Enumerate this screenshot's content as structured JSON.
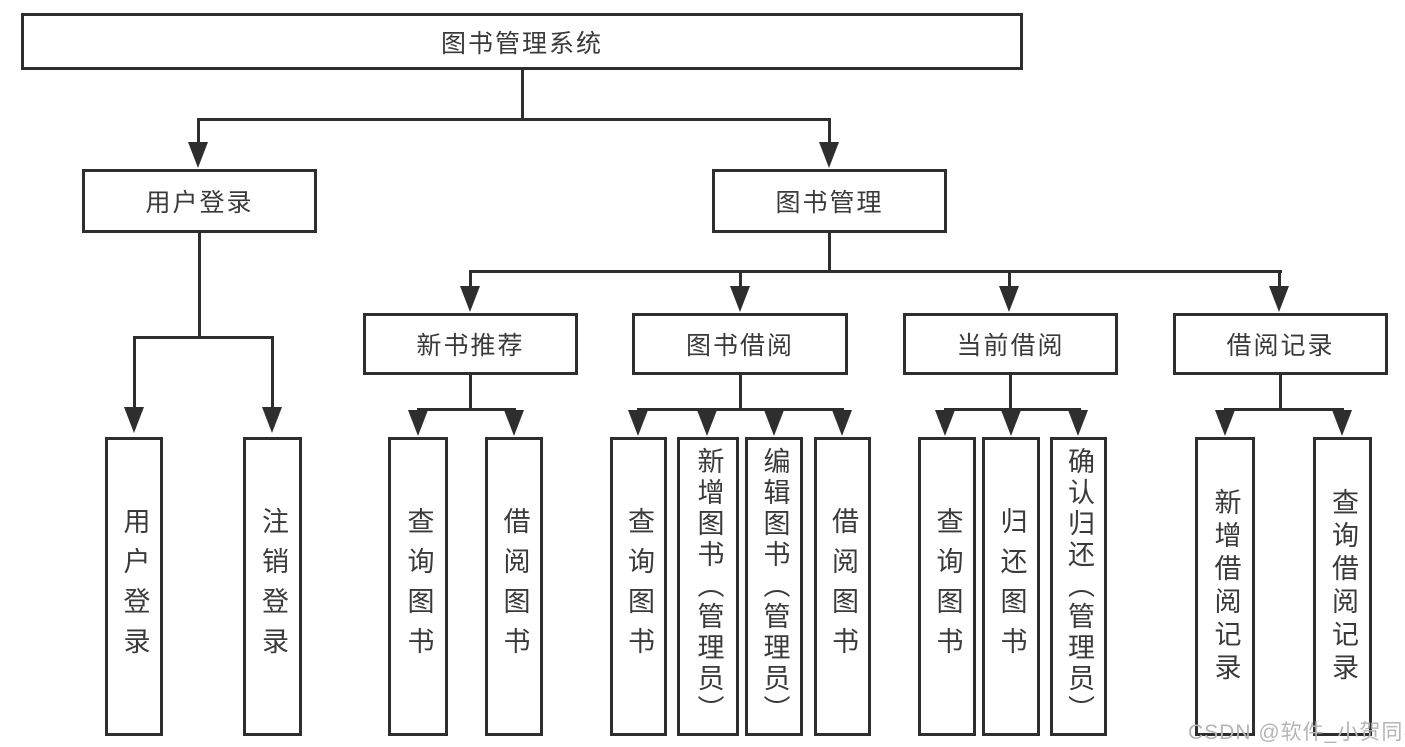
{
  "colors": {
    "background": "#ffffff",
    "line": "#2e2e2e",
    "text": "#3a3a3a",
    "watermark": "#b5b5b5"
  },
  "watermark": {
    "text": "CSDN @软件_小贺同学"
  },
  "tree": {
    "root": {
      "label": "图书管理系统",
      "children": [
        {
          "label": "用户登录",
          "children": [
            {
              "label": "用户登录"
            },
            {
              "label": "注销登录"
            }
          ]
        },
        {
          "label": "图书管理",
          "children": [
            {
              "label": "新书推荐",
              "children": [
                {
                  "label": "查询图书"
                },
                {
                  "label": "借阅图书"
                }
              ]
            },
            {
              "label": "图书借阅",
              "children": [
                {
                  "label": "查询图书"
                },
                {
                  "label": "新增图书（管理员）"
                },
                {
                  "label": "编辑图书（管理员）"
                },
                {
                  "label": "借阅图书"
                }
              ]
            },
            {
              "label": "当前借阅",
              "children": [
                {
                  "label": "查询图书"
                },
                {
                  "label": "归还图书"
                },
                {
                  "label": "确认归还（管理员）"
                }
              ]
            },
            {
              "label": "借阅记录",
              "children": [
                {
                  "label": "新增借阅记录"
                },
                {
                  "label": "查询借阅记录"
                }
              ]
            }
          ]
        }
      ]
    }
  }
}
